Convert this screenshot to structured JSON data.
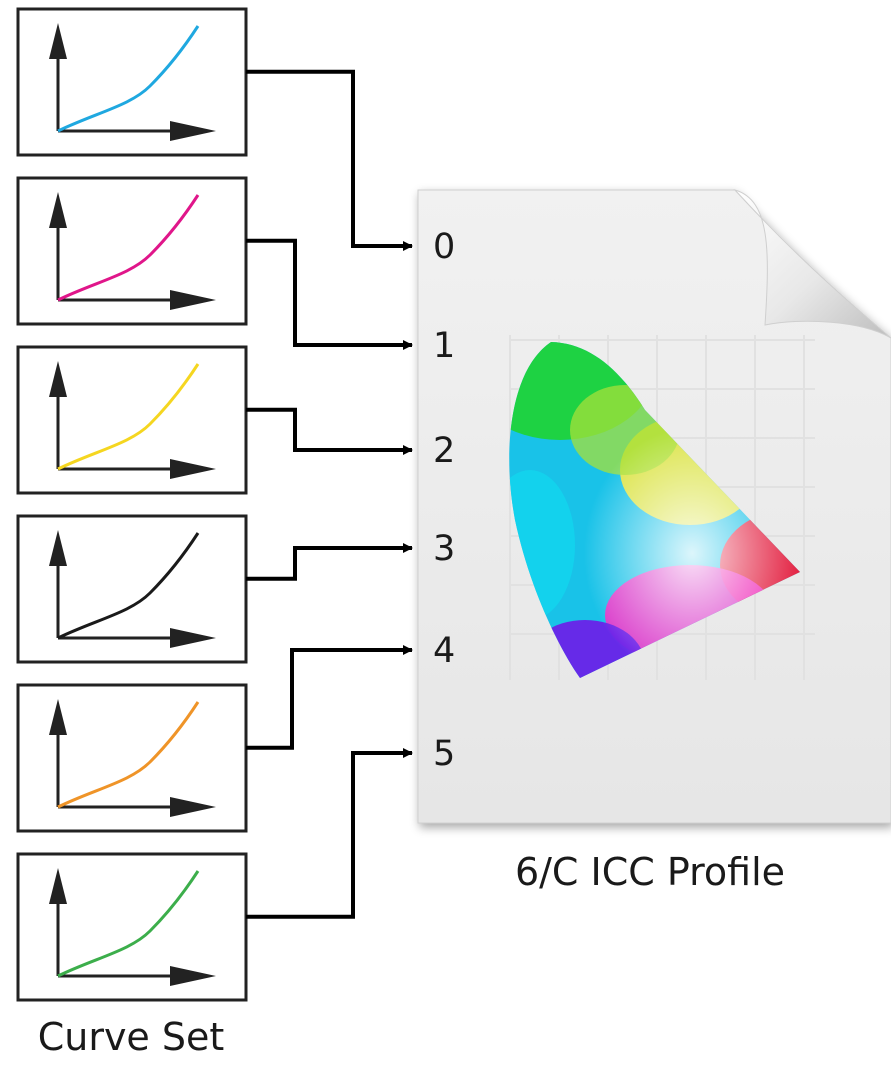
{
  "curve_set": {
    "label": "Curve Set",
    "curves": [
      {
        "channel": "0",
        "color": "#1fa8e0"
      },
      {
        "channel": "1",
        "color": "#e0168a"
      },
      {
        "channel": "2",
        "color": "#f5d620"
      },
      {
        "channel": "3",
        "color": "#1a1a1a"
      },
      {
        "channel": "4",
        "color": "#ef9428"
      },
      {
        "channel": "5",
        "color": "#3cae4b"
      }
    ]
  },
  "profile": {
    "label": "6/C ICC Profile",
    "channels": [
      "0",
      "1",
      "2",
      "3",
      "4",
      "5"
    ],
    "graphic": "cie-chromaticity-gamut-icon"
  },
  "connectors": [
    {
      "from_curve": 0,
      "to_channel": "0"
    },
    {
      "from_curve": 1,
      "to_channel": "1"
    },
    {
      "from_curve": 2,
      "to_channel": "2"
    },
    {
      "from_curve": 3,
      "to_channel": "3"
    },
    {
      "from_curve": 4,
      "to_channel": "4"
    },
    {
      "from_curve": 5,
      "to_channel": "5"
    }
  ]
}
